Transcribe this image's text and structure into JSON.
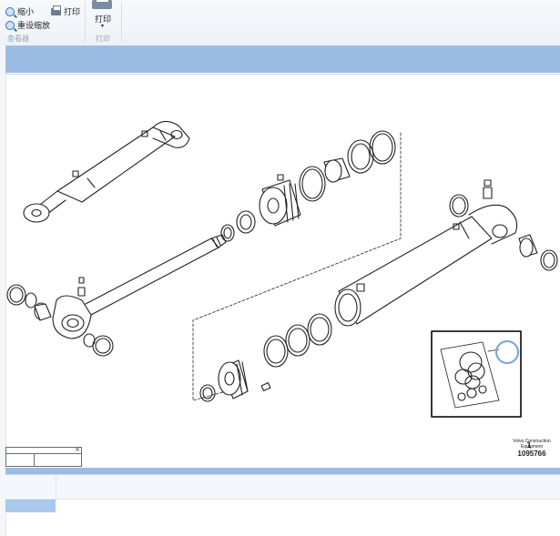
{
  "ribbon": {
    "zoom_out_label": "缩小",
    "print_small_label": "打印",
    "reset_zoom_label": "重设缩放",
    "print_big_label": "打印",
    "viewer_group_label": "查看器",
    "print_group_label": "打印"
  },
  "drawing": {
    "callout_number": "1",
    "caption_line1": "Volvo Construction",
    "caption_line2": "Equipment",
    "caption_number": "1095766"
  },
  "mini_table": {
    "close_glyph": "×"
  },
  "colors": {
    "accent_blue": "#9bbce3",
    "selection": "#a9c8ea",
    "callout_ring": "#7fa8d8"
  }
}
